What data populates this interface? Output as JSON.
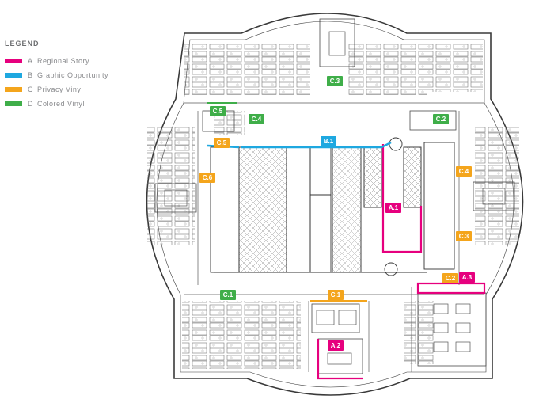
{
  "legend": {
    "title": "LEGEND",
    "items": [
      {
        "letter": "A",
        "label": "Regional Story",
        "color": "#e6007e"
      },
      {
        "letter": "B",
        "label": "Graphic Opportunity",
        "color": "#1ea8e0"
      },
      {
        "letter": "C",
        "label": "Privacy Vinyl",
        "color": "#f4a51c"
      },
      {
        "letter": "D",
        "label": "Colored Vinyl",
        "color": "#3fae49"
      }
    ]
  },
  "callouts": {
    "a1": "A.1",
    "a2": "A.2",
    "a3": "A.3",
    "b1": "B.1",
    "c1": "C.1",
    "c2": "C.2",
    "c3": "C.3",
    "c4": "C.4",
    "c5": "C.5",
    "c6": "C.6",
    "d1": "C.1",
    "d2": "C.2",
    "d3": "C.3",
    "d4": "C.4",
    "d5": "C.5"
  }
}
